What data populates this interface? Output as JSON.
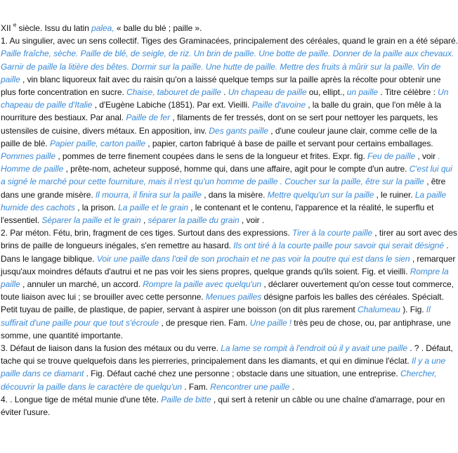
{
  "colors": {
    "text": "#111111",
    "example": "#3a8ad8"
  },
  "paragraphs": [
    {
      "name": "etymology",
      "segments": [
        {
          "t": "XII "
        },
        {
          "t": "e",
          "k": "s"
        },
        {
          "t": " siècle. Issu du latin "
        },
        {
          "t": "palea,",
          "k": "i"
        },
        {
          "t": " « balle du blé ; paille »."
        }
      ]
    },
    {
      "name": "sense-1",
      "segments": [
        {
          "t": "1. Au singulier, avec un sens collectif. Tiges des Graminacées, principalement des céréales, quand le grain en a été séparé. "
        },
        {
          "t": "Paille fraîche, sèche. Paille de blé, de seigle, de riz. Un brin de paille. Une botte de paille. Donner de la paille aux chevaux. Garnir de paille la litière des bêtes. Dormir sur la paille. Une hutte de paille. Mettre des fruits à mûrir sur la paille. Vin de paille",
          "k": "i"
        },
        {
          "t": " , vin blanc liquoreux fait avec du raisin qu'on a laissé quelque temps sur la paille après la récolte pour obtenir une plus forte concentration en sucre. "
        },
        {
          "t": "Chaise, tabouret de paille",
          "k": "i"
        },
        {
          "t": " . "
        },
        {
          "t": "Un chapeau de paille",
          "k": "i"
        },
        {
          "t": " ou, ellipt., "
        },
        {
          "t": "un paille",
          "k": "i"
        },
        {
          "t": " . Titre célèbre : "
        },
        {
          "t": "Un chapeau de paille d'Italie",
          "k": "i"
        },
        {
          "t": " , d'Eugène Labiche (1851). Par ext. Vieilli. "
        },
        {
          "t": "Paille d'avoine",
          "k": "i"
        },
        {
          "t": " , la balle du grain, que l'on mêle à la nourriture des bestiaux. Par anal. "
        },
        {
          "t": "Paille de fer",
          "k": "i"
        },
        {
          "t": " , filaments de fer tressés, dont on se sert pour nettoyer les parquets, les ustensiles de cuisine, divers métaux. En apposition, inv. "
        },
        {
          "t": "Des gants paille",
          "k": "i"
        },
        {
          "t": " , d'une couleur jaune clair, comme celle de la paille de blé. "
        },
        {
          "t": "Papier paille, carton paille",
          "k": "i"
        },
        {
          "t": " , papier, carton fabriqué à base de paille et servant pour certains emballages. "
        },
        {
          "t": "Pommes paille",
          "k": "i"
        },
        {
          "t": " , pommes de terre finement coupées dans le sens de la longueur et frites. Expr. fig. "
        },
        {
          "t": "Feu de paille",
          "k": "i"
        },
        {
          "t": " , voir "
        },
        {
          "t": ". Homme de paille",
          "k": "i"
        },
        {
          "t": " , prête-nom, acheteur supposé, homme qui, dans une affaire, agit pour le compte d'un autre. "
        },
        {
          "t": "C'est lui qui a signé le marché pour cette fourniture, mais il n'est qu'un homme de paille",
          "k": "i"
        },
        {
          "t": " "
        },
        {
          "t": ". Coucher sur la paille, être sur la paille",
          "k": "i"
        },
        {
          "t": " , être dans une grande misère. "
        },
        {
          "t": "Il mourra, il finira sur la paille",
          "k": "i"
        },
        {
          "t": " , dans la misère. "
        },
        {
          "t": "Mettre quelqu'un sur la paille",
          "k": "i"
        },
        {
          "t": " , le ruiner. "
        },
        {
          "t": "La paille humide des cachots",
          "k": "i"
        },
        {
          "t": " , la prison. "
        },
        {
          "t": "La paille et le grain",
          "k": "i"
        },
        {
          "t": " , le contenant et le contenu, l'apparence et la réalité, le superflu et l'essentiel. "
        },
        {
          "t": "Séparer la paille et le grain",
          "k": "i"
        },
        {
          "t": " , "
        },
        {
          "t": "séparer la paille du grain",
          "k": "i"
        },
        {
          "t": " , voir ."
        }
      ]
    },
    {
      "name": "sense-2",
      "segments": [
        {
          "t": "2. Par méton. Fétu, brin, fragment de ces tiges. Surtout dans des expressions. "
        },
        {
          "t": "Tirer à la courte paille",
          "k": "i"
        },
        {
          "t": " , tirer au sort avec des brins de paille de longueurs inégales, s'en remettre au hasard. "
        },
        {
          "t": "Ils ont tiré à la courte paille pour savoir qui serait désigné",
          "k": "i"
        },
        {
          "t": " . Dans le langage biblique. "
        },
        {
          "t": "Voir une paille dans l'œil de son prochain et ne pas voir la poutre qui est dans le sien",
          "k": "i"
        },
        {
          "t": " , remarquer jusqu'aux moindres défauts d'autrui et ne pas voir les siens propres, quelque grands qu'ils soient. Fig. et vieilli. "
        },
        {
          "t": "Rompre la paille",
          "k": "i"
        },
        {
          "t": " , annuler un marché, un accord. "
        },
        {
          "t": "Rompre la paille avec quelqu'un",
          "k": "i"
        },
        {
          "t": " , déclarer ouvertement qu'on cesse tout commerce, toute liaison avec lui ; se brouiller avec cette personne. "
        },
        {
          "t": "Menues pailles",
          "k": "i"
        },
        {
          "t": " désigne parfois les balles des céréales. Spécialt. Petit tuyau de paille, de plastique, de papier, servant à aspirer une boisson (on dit plus rarement "
        },
        {
          "t": "Chalumeau",
          "k": "i"
        },
        {
          "t": " ). Fig. "
        },
        {
          "t": "Il suffirait d'une paille pour que tout s'écroule",
          "k": "i"
        },
        {
          "t": " , de presque rien. Fam. "
        },
        {
          "t": "Une paille !",
          "k": "i"
        },
        {
          "t": " très peu de chose, ou, par antiphrase, une somme, une quantité importante."
        }
      ]
    },
    {
      "name": "sense-3",
      "segments": [
        {
          "t": "3. Défaut de liaison dans la fusion des métaux ou du verre. "
        },
        {
          "t": "La lame se rompit à l'endroit où il y avait une paille",
          "k": "i"
        },
        {
          "t": " . ? . Défaut, tache qui se trouve quelquefois dans les pierreries, principalement dans les diamants, et qui en diminue l'éclat. "
        },
        {
          "t": "Il y a une paille dans ce diamant",
          "k": "i"
        },
        {
          "t": " . Fig. Défaut caché chez une personne ; obstacle dans une situation, une entreprise. "
        },
        {
          "t": "Chercher, découvrir la paille dans le caractère de quelqu'un",
          "k": "i"
        },
        {
          "t": " . Fam. "
        },
        {
          "t": "Rencontrer une paille",
          "k": "i"
        },
        {
          "t": " ."
        }
      ]
    },
    {
      "name": "sense-4",
      "segments": [
        {
          "t": "4. . Longue tige de métal munie d'une tête. "
        },
        {
          "t": "Paille de bitte",
          "k": "i"
        },
        {
          "t": " , qui sert à retenir un câble ou une chaîne d'amarrage, pour en éviter l'usure."
        }
      ]
    }
  ]
}
